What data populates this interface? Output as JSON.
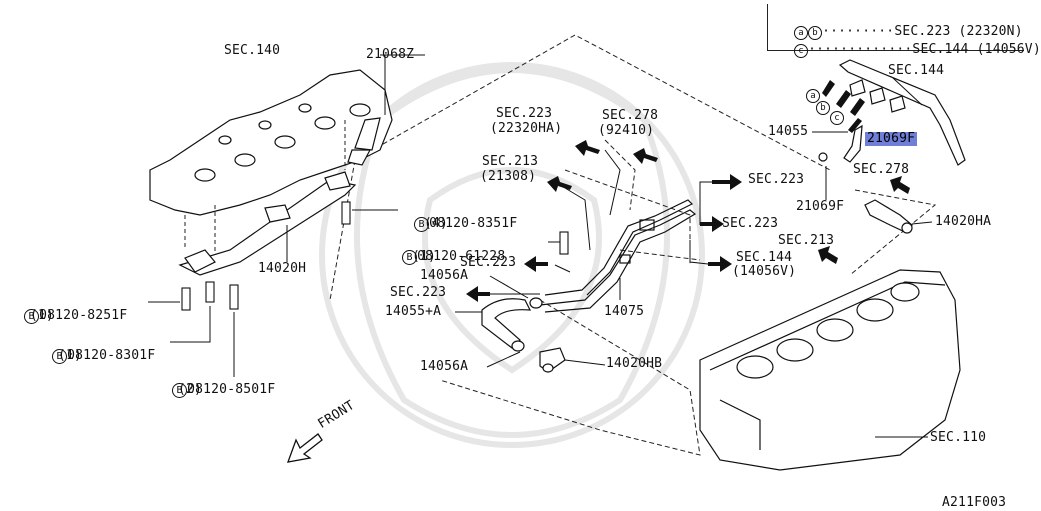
{
  "legend": {
    "row1_marks": [
      "a",
      "b"
    ],
    "row1_text": "SEC.223 (22320N)",
    "row2_mark": "c",
    "row2_text": "SEC.144 (14056V)"
  },
  "labels": {
    "sec140": "SEC.140",
    "p21068z": "21068Z",
    "sec144_top": "SEC.144",
    "marks": [
      "a",
      "b",
      "c"
    ],
    "p14055": "14055",
    "p21069f_hl": "21069F",
    "p21069f": "21069F",
    "sec278_r": "SEC.278",
    "p14020ha": "14020HA",
    "sec213_r": "SEC.213",
    "sec223_a": "SEC.223",
    "sec223_b": "SEC.223",
    "sec144_mid": "SEC.144",
    "sec144_mid_sub": "(14056V)",
    "sec223_top": "SEC.223",
    "sec223_top_sub": "(22320HA)",
    "sec278_top": "SEC.278",
    "sec278_top_sub": "(92410)",
    "sec213_top": "SEC.213",
    "sec213_top_sub": "(21308)",
    "bolt1_ref": "08120-8351F",
    "bolt1_qty": "(4)",
    "bolt2_ref": "08120-61228",
    "bolt2_qty": "(1)",
    "sec223_c": "SEC.223",
    "p14056a_1": "14056A",
    "sec223_d": "SEC.223",
    "p14055a": "14055+A",
    "p14075": "14075",
    "p14056a_2": "14056A",
    "p14020hb": "14020HB",
    "p14020h": "14020H",
    "bolt3_ref": "08120-8251F",
    "bolt3_qty": "(1)",
    "bolt4_ref": "08120-8301F",
    "bolt4_qty": "(1)",
    "bolt5_ref": "08120-8501F",
    "bolt5_qty": "(2)",
    "bolt_mark": "B",
    "front": "FRONT",
    "sec110": "SEC.110",
    "diagram_id": "A211F003"
  },
  "colors": {
    "line": "#111111",
    "highlight": "#6f7fd8",
    "watermark": "#e6e6e6"
  }
}
